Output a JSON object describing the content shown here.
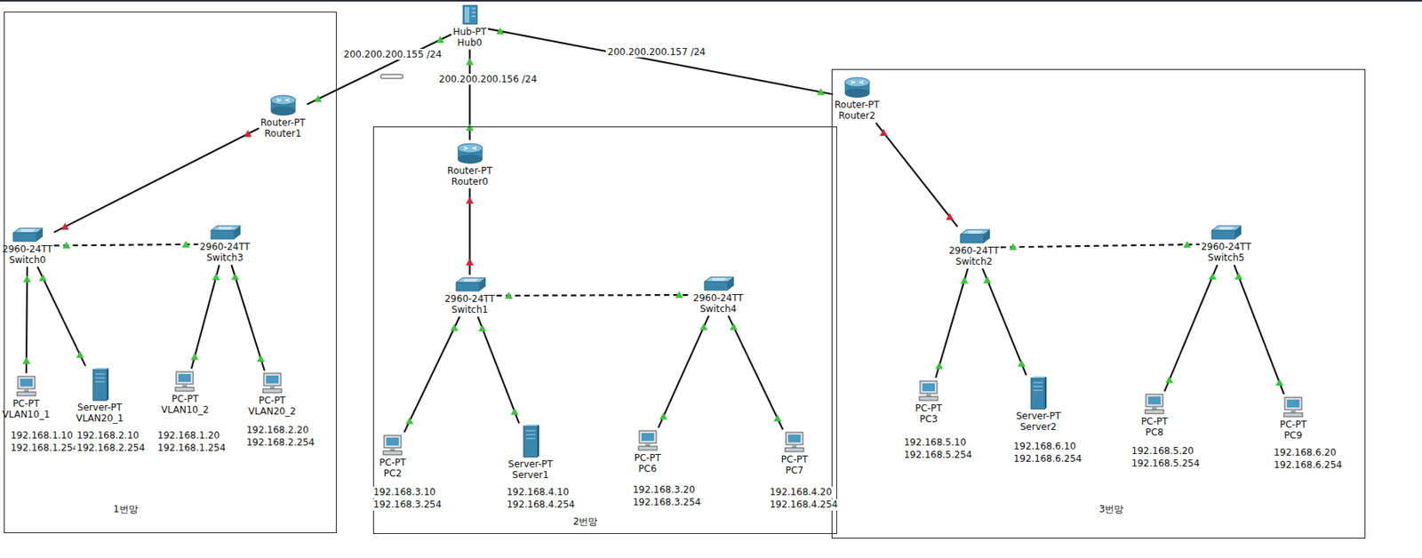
{
  "diagram": {
    "nodes": [
      {
        "text": [
          "Hub-PT",
          "Hub0"
        ]
      },
      {
        "text": [
          "1번망"
        ]
      },
      {
        "text": [
          "Router-PT",
          "Router1"
        ],
        "in": 1
      },
      {
        "text": [
          "2960-24TT",
          "Switch0"
        ],
        "in": 1
      },
      {
        "text": [
          "2960-24TT",
          "Switch3"
        ],
        "in": 1
      },
      {
        "text": [
          "PC-PT",
          "VLAN10_1"
        ],
        "in": 1
      },
      {
        "text": [
          "Server-PT",
          "VLAN20_1"
        ],
        "in": 1
      },
      {
        "text": [
          "PC-PT",
          "VLAN10_2"
        ],
        "in": 1
      },
      {
        "text": [
          "PC-PT",
          "VLAN20_2"
        ],
        "in": 1
      },
      {
        "text": [
          "2번망"
        ]
      },
      {
        "text": [
          "Router-PT",
          "Router0"
        ],
        "in": 9
      },
      {
        "text": [
          "2960-24TT",
          "Switch1"
        ],
        "in": 9
      },
      {
        "text": [
          "2960-24TT",
          "Switch4"
        ],
        "in": 9
      },
      {
        "text": [
          "PC-PT",
          "PC2"
        ],
        "in": 9
      },
      {
        "text": [
          "Server-PT",
          "Server1"
        ],
        "in": 9
      },
      {
        "text": [
          "PC-PT",
          "PC6"
        ],
        "in": 9
      },
      {
        "text": [
          "PC-PT",
          "PC7"
        ],
        "in": 9
      },
      {
        "text": [
          "3번망"
        ]
      },
      {
        "text": [
          "Router-PT",
          "Router2"
        ],
        "in": 17
      },
      {
        "text": [
          "2960-24TT",
          "Switch2"
        ],
        "in": 17
      },
      {
        "text": [
          "2960-24TT",
          "Switch5"
        ],
        "in": 17
      },
      {
        "text": [
          "PC-PT",
          "PC3"
        ],
        "in": 17
      },
      {
        "text": [
          "Server-PT",
          "Server2"
        ],
        "in": 17
      },
      {
        "text": [
          "PC-PT",
          "PC8"
        ],
        "in": 17
      },
      {
        "text": [
          "PC-PT",
          "PC9"
        ],
        "in": 17
      }
    ],
    "edges": [
      {
        "from": 0,
        "to": 2,
        "arrow": "none",
        "label": "200.200.200.155 /24"
      },
      {
        "from": 0,
        "to": 10,
        "arrow": "none",
        "label": "200.200.200.156 /24"
      },
      {
        "from": 0,
        "to": 18,
        "arrow": "none",
        "label": "200.200.200.157 /24"
      },
      {
        "from": 2,
        "to": 3,
        "arrow": "none"
      },
      {
        "from": 3,
        "to": 4,
        "arrow": "none"
      },
      {
        "from": 3,
        "to": 5,
        "arrow": "none"
      },
      {
        "from": 3,
        "to": 6,
        "arrow": "none"
      },
      {
        "from": 4,
        "to": 7,
        "arrow": "none"
      },
      {
        "from": 4,
        "to": 8,
        "arrow": "none"
      },
      {
        "from": 10,
        "to": 11,
        "arrow": "none"
      },
      {
        "from": 11,
        "to": 12,
        "arrow": "none"
      },
      {
        "from": 11,
        "to": 13,
        "arrow": "none"
      },
      {
        "from": 11,
        "to": 14,
        "arrow": "none"
      },
      {
        "from": 12,
        "to": 15,
        "arrow": "none"
      },
      {
        "from": 12,
        "to": 16,
        "arrow": "none"
      },
      {
        "from": 18,
        "to": 19,
        "arrow": "none"
      },
      {
        "from": 19,
        "to": 20,
        "arrow": "none"
      },
      {
        "from": 19,
        "to": 21,
        "arrow": "none"
      },
      {
        "from": 19,
        "to": 22,
        "arrow": "none"
      },
      {
        "from": 20,
        "to": 23,
        "arrow": "none"
      },
      {
        "from": 20,
        "to": 24,
        "arrow": "none"
      }
    ],
    "labels": [
      "192.168.1.10",
      "192.168.1.254",
      "192.168.2.10",
      "192.168.2.254",
      "192.168.1.20",
      "192.168.1.254",
      "192.168.2.20",
      "192.168.2.254",
      "192.168.3.10",
      "192.168.3.254",
      "192.168.4.10",
      "192.168.4.254",
      "192.168.3.20",
      "192.168.3.254",
      "192.168.4.20",
      "192.168.4.254",
      "192.168.5.10",
      "192.168.5.254",
      "192.168.6.10",
      "192.168.6.254",
      "192.168.5.20",
      "192.168.5.254",
      "192.168.6.20",
      "192.168.6.254"
    ]
  }
}
